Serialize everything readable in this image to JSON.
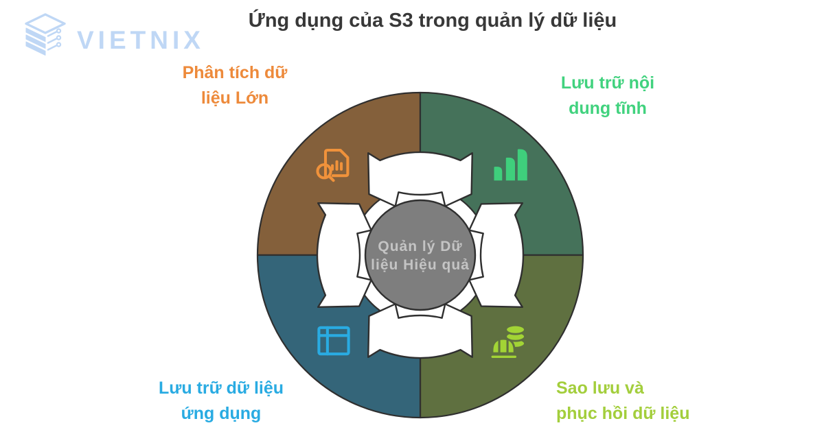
{
  "brand": {
    "name": "VIETNIX"
  },
  "title": "Ứng dụng của S3 trong quản lý dữ liệu",
  "center": {
    "line1": "Quản lý Dữ",
    "line2": "liệu Hiệu quả"
  },
  "segments": [
    {
      "id": "big-data-analytics",
      "position": "top-left",
      "label_line1": "Phân tích dữ",
      "label_line2": "liệu Lớn",
      "label_color": "#ED8A3B",
      "segment_color": "#84603B",
      "icon": "document-chart-magnifier-icon",
      "icon_color": "#F0923B"
    },
    {
      "id": "static-content-storage",
      "position": "top-right",
      "label_line1": "Lưu trữ nội",
      "label_line2": "dung tĩnh",
      "label_color": "#41D27E",
      "segment_color": "#45725A",
      "icon": "stacked-content-icon",
      "icon_color": "#3FCF7C"
    },
    {
      "id": "backup-and-restore",
      "position": "bottom-right",
      "label_line1": "Sao lưu và",
      "label_line2": "phục hồi dữ liệu",
      "label_color": "#A3CE3C",
      "segment_color": "#5F7040",
      "icon": "database-hardhat-icon",
      "icon_color": "#A2D435"
    },
    {
      "id": "app-data-storage",
      "position": "bottom-left",
      "label_line1": "Lưu trữ dữ liệu",
      "label_line2": "ứng dụng",
      "label_color": "#29ABE2",
      "segment_color": "#346579",
      "icon": "table-grid-icon",
      "icon_color": "#29ABE2"
    }
  ],
  "colors": {
    "outline": "#2F2F2F",
    "arrow_fill": "#FFFFFF",
    "center_circle": "#7E7E7E",
    "center_text": "#C4C4C4",
    "title": "#383838",
    "logo": "#BFD7F5",
    "background": "#FFFFFF"
  }
}
